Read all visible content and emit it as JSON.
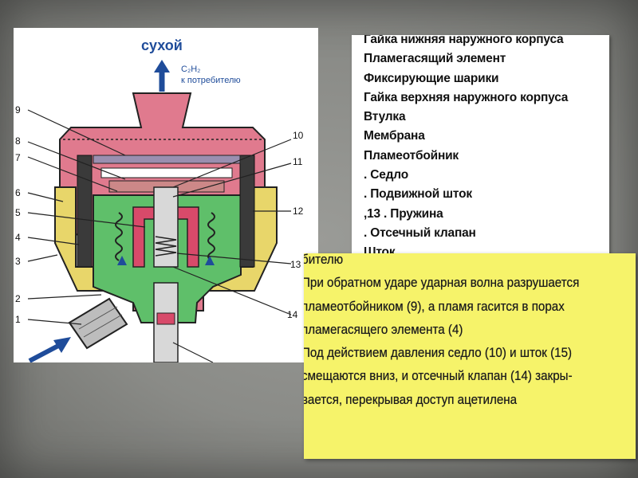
{
  "diagram": {
    "title": "сухой",
    "gas_formula": "C₂H₂",
    "gas_destination": "к потребителю",
    "callouts": [
      "9",
      "8",
      "7",
      "6",
      "5",
      "4",
      "3",
      "2",
      "1",
      "10",
      "11",
      "12",
      "13",
      "14"
    ],
    "colors": {
      "outer_body": "#e07a8e",
      "inner_body": "#5fbf6a",
      "nut": "#e8d66a",
      "seat": "#d84a6a",
      "steel": "#b0b0b0",
      "arrow": "#1f4c9a"
    }
  },
  "legend": {
    "items": [
      "Гайка нижняя наружного корпуса",
      "Пламегасящий элемент",
      "Фиксирующие шарики",
      "Гайка верхняя наружного корпуса",
      "Втулка",
      "Мембрана",
      "Пламеотбойник",
      ". Седло",
      ". Подвижной шток",
      ",13 . Пружина",
      ". Отсечный клапан",
      "Шток"
    ]
  },
  "note": {
    "lines": [
      "бителю",
      "При обратном ударе ударная волна разрушается",
      "пламеотбойником (9), а пламя гасится в порах",
      "пламегасящего элемента (4)",
      "Под действием давления седло (10) и шток (15)",
      "смещаются вниз, и отсечный клапан (14) закры-",
      "вается, перекрывая доступ ацетилена"
    ]
  }
}
